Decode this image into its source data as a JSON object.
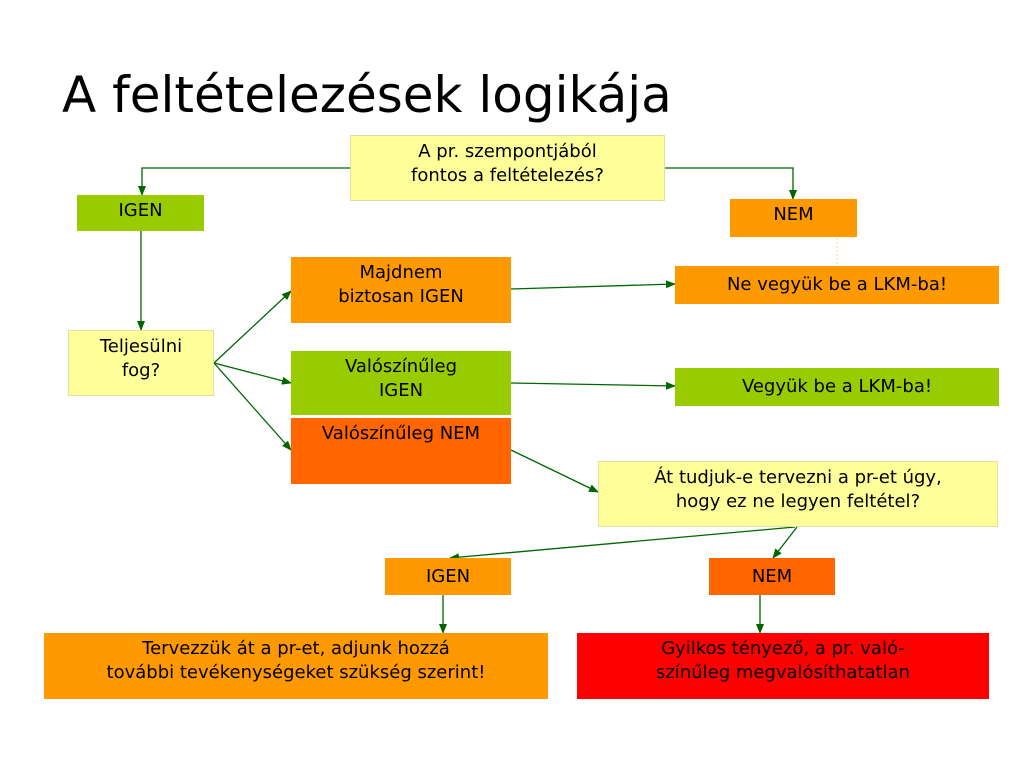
{
  "title": "A feltételezések logikája",
  "nodes": {
    "question_important": "A pr. szempontjából\nfontos a feltételezés?",
    "igen_top": "IGEN",
    "nem_top": "NEM",
    "teljesulni": "Teljesülni\nfog?",
    "majdnem": "Majdnem\nbiztosan IGEN",
    "valoszinuleg_igen": "Valószínűleg\nIGEN",
    "valoszinuleg_nem": "Valószínűleg NEM",
    "ne_vegyuk": "Ne vegyük be a LKM-ba!",
    "vegyuk": "Vegyük be a  LKM-ba!",
    "at_tudjuk": "Át tudjuk-e tervezni a pr-et úgy,\nhogy ez ne legyen feltétel?",
    "igen_bottom": "IGEN",
    "nem_bottom": "NEM",
    "tervezzuk": "Tervezzük át a pr-et, adjunk hozzá\ntovábbi tevékenységeket szükség szerint!",
    "gyilkos": "Gyilkos tényező, a pr. való-\nszínűleg megvalósíthatatlan"
  },
  "colors": {
    "yellow": "#ffff99",
    "green": "#99cc00",
    "orange": "#ff9900",
    "dark_orange": "#ff6600",
    "red": "#ff0000",
    "connector": "#006600"
  }
}
